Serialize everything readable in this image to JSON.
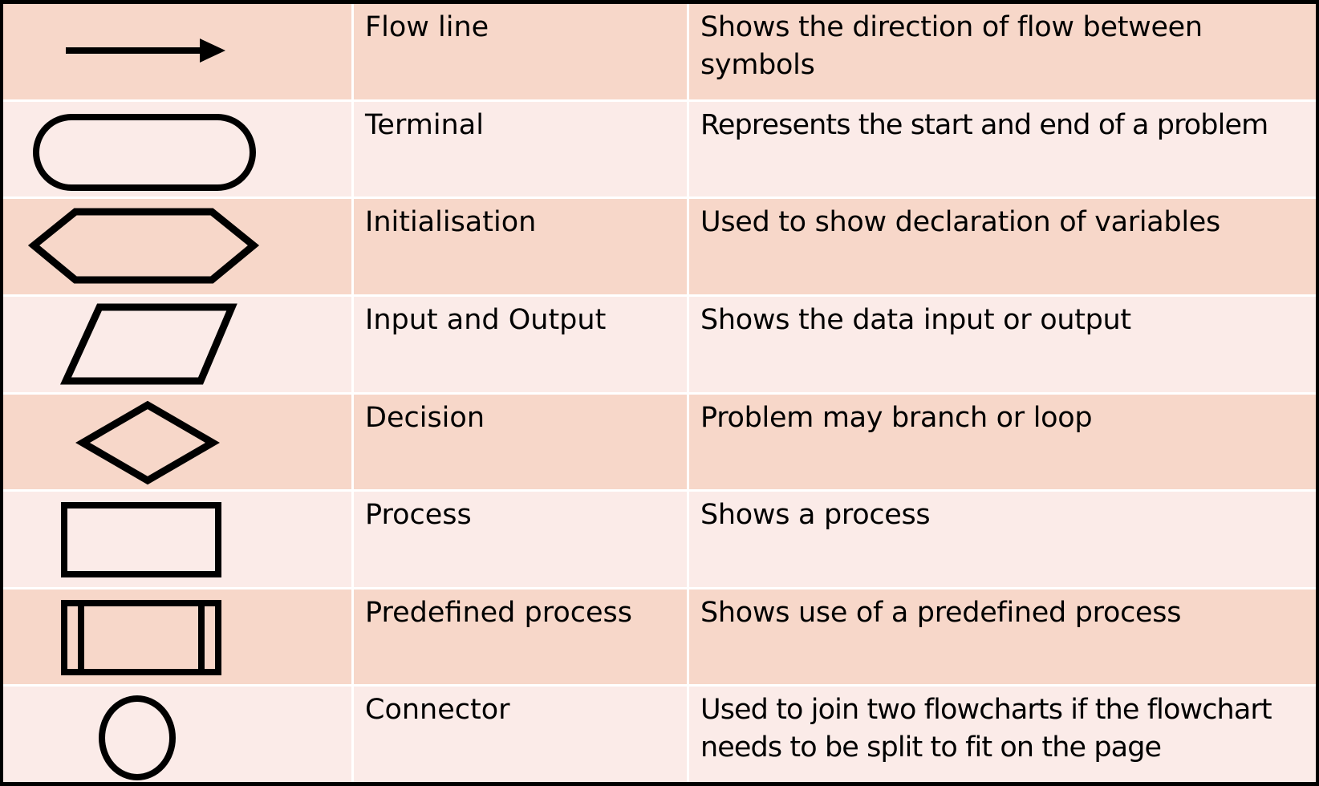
{
  "page": {
    "title": "Flowchart symbols reference table",
    "background": "#ffffff",
    "border_color": "#000000",
    "row_color_dark": "#f7d7c9",
    "row_color_light": "#fbebe8",
    "gridline_color": "#ffffff",
    "symbol_stroke": "#000000"
  },
  "table": {
    "column_count": 3,
    "row_count": 8,
    "rows": [
      {
        "symbol": "flow-line-arrow",
        "name": "Flow line",
        "description": "Shows the direction of flow between symbols",
        "shade": "dark"
      },
      {
        "symbol": "terminal-stadium",
        "name": "Terminal",
        "description": "Represents the start and end of a problem",
        "shade": "light"
      },
      {
        "symbol": "initialisation-hexagon",
        "name": "Initialisation",
        "description": "Used to show declaration of variables",
        "shade": "dark"
      },
      {
        "symbol": "input-output-parallelogram",
        "name": "Input and Output",
        "description": "Shows the data input or output",
        "shade": "light"
      },
      {
        "symbol": "decision-diamond",
        "name": "Decision",
        "description": "Problem may branch or loop",
        "shade": "dark"
      },
      {
        "symbol": "process-rectangle",
        "name": "Process",
        "description": "Shows a process",
        "shade": "light"
      },
      {
        "symbol": "predefined-process-rectangle",
        "name": "Predefined process",
        "description": "Shows use of a predefined process",
        "shade": "dark"
      },
      {
        "symbol": "connector-circle",
        "name": "Connector",
        "description": "Used to join two flowcharts if the flowchart needs to be split to fit on the page",
        "shade": "light"
      }
    ]
  }
}
